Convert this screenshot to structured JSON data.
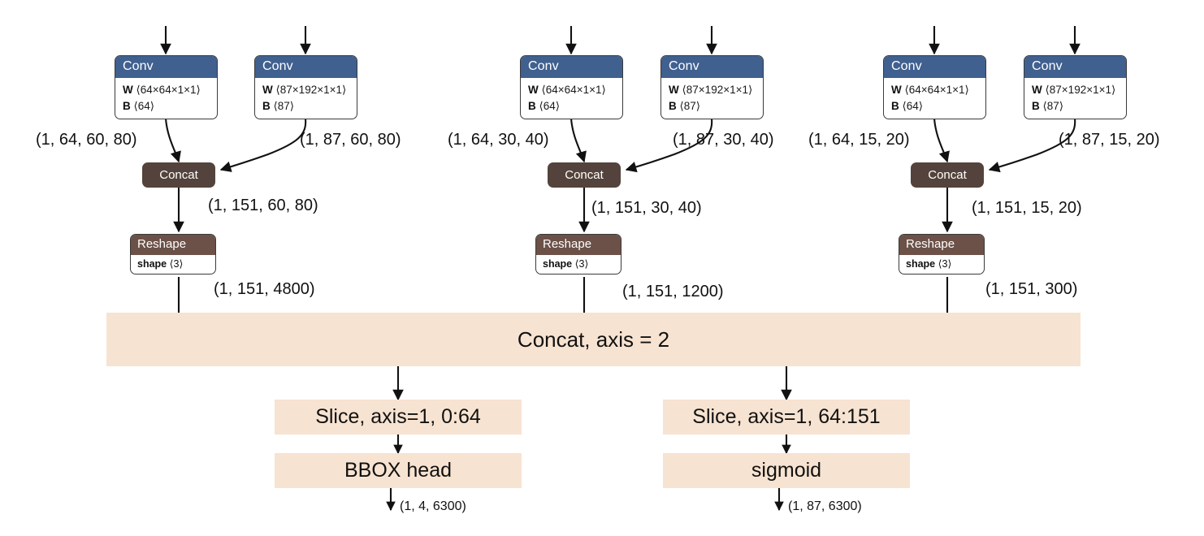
{
  "diagram": {
    "title": "Detection head graph",
    "colors": {
      "conv_header": "#40608f",
      "concat_node": "#54433c",
      "reshape_header": "#6b5147",
      "peach_block": "#f7e3d1",
      "edge": "#111111",
      "node_border": "#3a3a3a"
    },
    "branches": [
      {
        "id": "branch-p3",
        "conv_left": {
          "title": "Conv",
          "w_key": "W",
          "w_val": "⟨64×64×1×1⟩",
          "b_key": "B",
          "b_val": "⟨64⟩"
        },
        "conv_right": {
          "title": "Conv",
          "w_key": "W",
          "w_val": "⟨87×192×1×1⟩",
          "b_key": "B",
          "b_val": "⟨87⟩"
        },
        "label_left": "(1, 64, 60, 80)",
        "label_right": "(1, 87, 60, 80)",
        "concat": "Concat",
        "label_concat_out": "(1, 151, 60, 80)",
        "reshape": {
          "title": "Reshape",
          "k": "shape",
          "v": "⟨3⟩"
        },
        "label_reshape_out": "(1, 151, 4800)"
      },
      {
        "id": "branch-p4",
        "conv_left": {
          "title": "Conv",
          "w_key": "W",
          "w_val": "⟨64×64×1×1⟩",
          "b_key": "B",
          "b_val": "⟨64⟩"
        },
        "conv_right": {
          "title": "Conv",
          "w_key": "W",
          "w_val": "⟨87×192×1×1⟩",
          "b_key": "B",
          "b_val": "⟨87⟩"
        },
        "label_left": "(1, 64, 30, 40)",
        "label_right": "(1, 87, 30, 40)",
        "concat": "Concat",
        "label_concat_out": "(1, 151, 30, 40)",
        "reshape": {
          "title": "Reshape",
          "k": "shape",
          "v": "⟨3⟩"
        },
        "label_reshape_out": "(1, 151, 1200)"
      },
      {
        "id": "branch-p5",
        "conv_left": {
          "title": "Conv",
          "w_key": "W",
          "w_val": "⟨64×64×1×1⟩",
          "b_key": "B",
          "b_val": "⟨64⟩"
        },
        "conv_right": {
          "title": "Conv",
          "w_key": "W",
          "w_val": "⟨87×192×1×1⟩",
          "b_key": "B",
          "b_val": "⟨87⟩"
        },
        "label_left": "(1, 64, 15, 20)",
        "label_right": "(1, 87, 15, 20)",
        "concat": "Concat",
        "label_concat_out": "(1, 151, 15, 20)",
        "reshape": {
          "title": "Reshape",
          "k": "shape",
          "v": "⟨3⟩"
        },
        "label_reshape_out": "(1, 151, 300)"
      }
    ],
    "merge_bar": {
      "label": "Concat, axis = 2"
    },
    "left_path": {
      "slice": "Slice, axis=1, 0:64",
      "head": "BBOX head",
      "output_label": "(1, 4, 6300)"
    },
    "right_path": {
      "slice": "Slice, axis=1, 64:151",
      "head": "sigmoid",
      "output_label": "(1, 87, 6300)"
    }
  }
}
